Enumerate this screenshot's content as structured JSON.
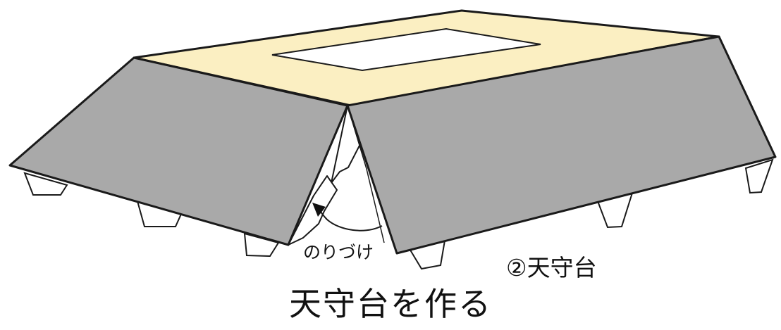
{
  "diagram": {
    "glue_label": "のりづけ",
    "part_label": "②天守台",
    "caption": "天守台を作る"
  },
  "colors": {
    "top_face": "#fbefc2",
    "side_face": "#a9a9a9",
    "opening": "#ffffff",
    "outline": "#1a1a1a",
    "tab_fill": "#ffffff"
  }
}
